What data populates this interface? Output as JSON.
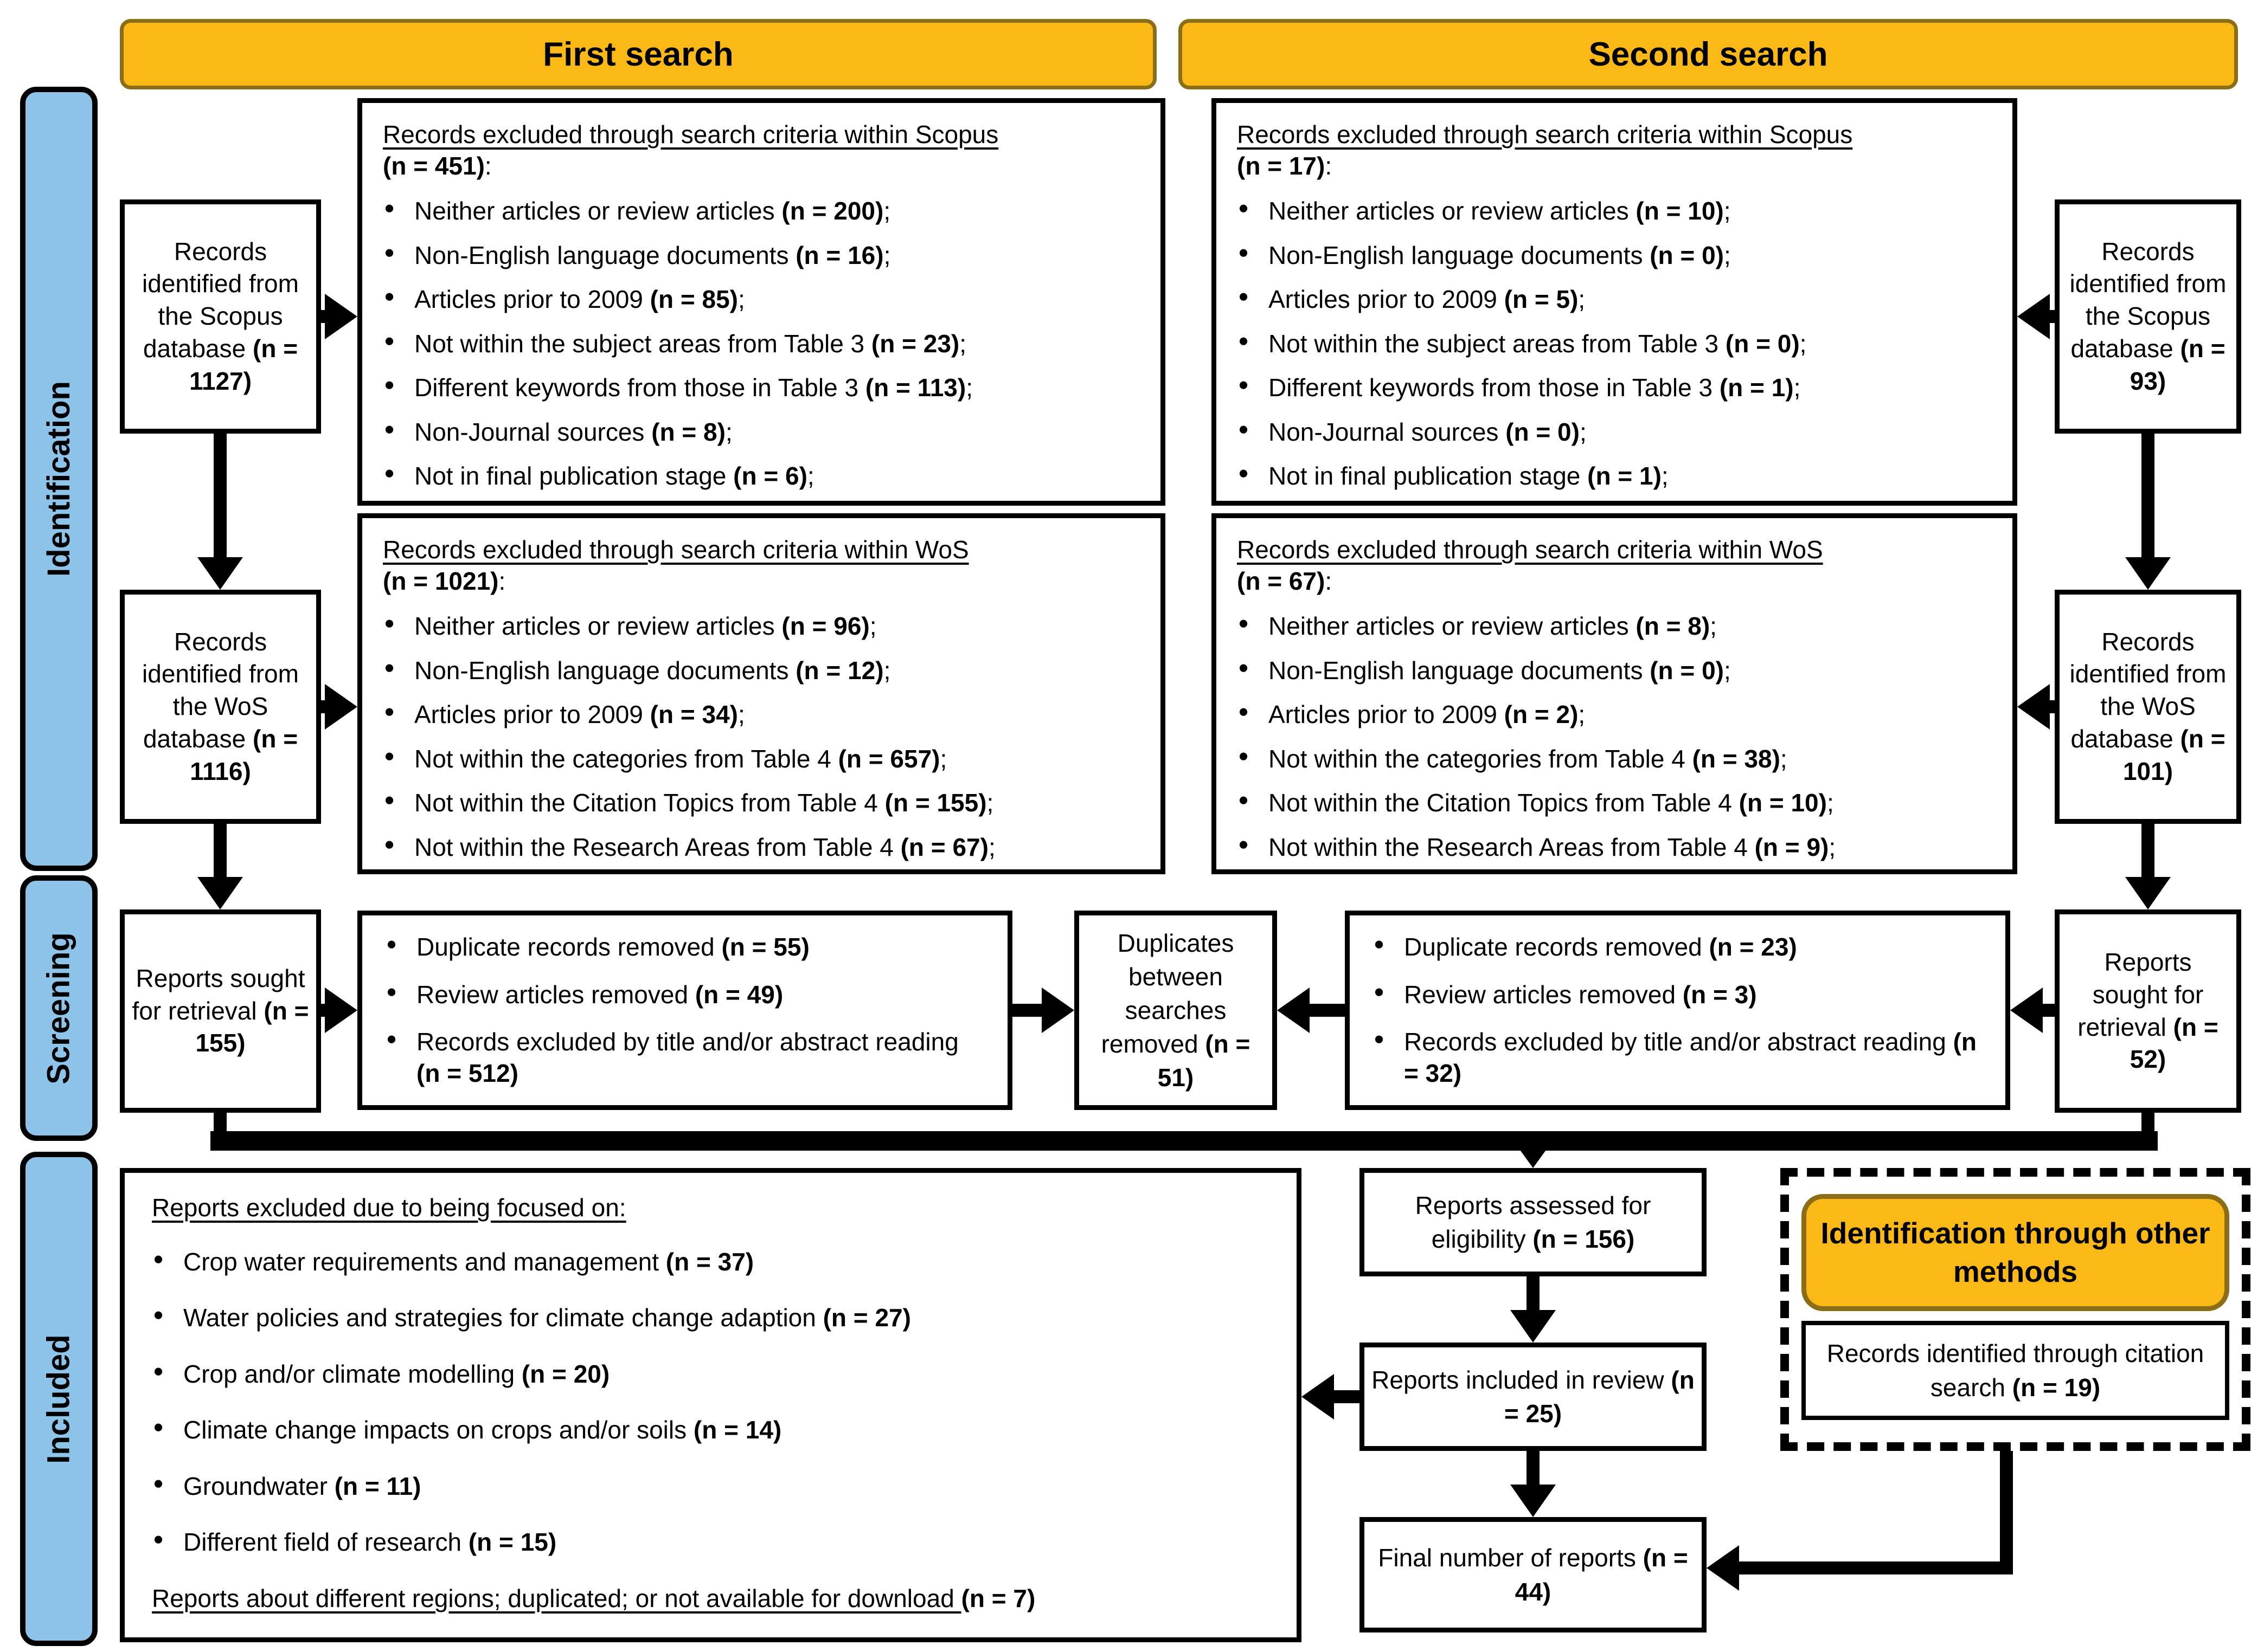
{
  "banners": {
    "first": "First search",
    "second": "Second search"
  },
  "sidebar": {
    "identification": "Identification",
    "screening": "Screening",
    "included": "Included"
  },
  "colors": {
    "banner_fill": "#FBB917",
    "banner_border": "#8A6D15",
    "sidebar_fill": "#8FC4EA",
    "box_border": "#000000",
    "text": "#000000",
    "background": "#FFFFFF"
  },
  "boxes": {
    "scopus1": {
      "t": "Records identified from the Scopus database ",
      "n": "(n = 1127)"
    },
    "wos1": {
      "t": "Records identified from the WoS database ",
      "n": "(n = 1116)"
    },
    "sought1": {
      "t": "Reports sought for retrieval ",
      "n": "(n = 155)"
    },
    "scopus2": {
      "t": "Records identified from the Scopus database ",
      "n": "(n = 93)"
    },
    "wos2": {
      "t": "Records identified from the WoS database ",
      "n": "(n = 101)"
    },
    "sought2": {
      "t": "Reports sought for retrieval ",
      "n": "(n = 52)"
    },
    "excl_scopus1": {
      "title": "Records excluded through search criteria within Scopus",
      "n": "(n = 451)",
      "colon": ":",
      "bullets": [
        {
          "t": "Neither articles or review articles ",
          "n": "(n = 200)",
          "s": ";"
        },
        {
          "t": "Non-English language documents ",
          "n": "(n = 16)",
          "s": ";"
        },
        {
          "t": "Articles prior to 2009 ",
          "n": "(n = 85)",
          "s": ";"
        },
        {
          "t": "Not within the subject areas from Table 3 ",
          "n": "(n = 23)",
          "s": ";"
        },
        {
          "t": "Different keywords from those in Table 3 ",
          "n": "(n = 113)",
          "s": ";"
        },
        {
          "t": "Non-Journal sources ",
          "n": "(n = 8)",
          "s": ";"
        },
        {
          "t": "Not in final publication stage ",
          "n": "(n = 6)",
          "s": ";"
        }
      ]
    },
    "excl_scopus2": {
      "title": "Records excluded through search criteria within Scopus",
      "n": "(n = 17)",
      "colon": ":",
      "bullets": [
        {
          "t": "Neither articles or review articles ",
          "n": "(n = 10)",
          "s": ";"
        },
        {
          "t": "Non-English language documents ",
          "n": "(n = 0)",
          "s": ";"
        },
        {
          "t": "Articles prior to 2009 ",
          "n": "(n = 5)",
          "s": ";"
        },
        {
          "t": "Not within the subject areas from Table 3 ",
          "n": "(n = 0)",
          "s": ";"
        },
        {
          "t": "Different keywords from those in Table 3 ",
          "n": "(n = 1)",
          "s": ";"
        },
        {
          "t": "Non-Journal sources ",
          "n": "(n = 0)",
          "s": ";"
        },
        {
          "t": "Not in final publication stage ",
          "n": "(n = 1)",
          "s": ";"
        }
      ]
    },
    "excl_wos1": {
      "title": "Records excluded through search criteria within WoS",
      "n": "(n = 1021)",
      "colon": ":",
      "bullets": [
        {
          "t": "Neither articles or review articles ",
          "n": "(n = 96)",
          "s": ";"
        },
        {
          "t": "Non-English language documents ",
          "n": "(n = 12)",
          "s": ";"
        },
        {
          "t": "Articles prior to 2009 ",
          "n": "(n = 34)",
          "s": ";"
        },
        {
          "t": "Not within the categories from Table 4 ",
          "n": "(n = 657)",
          "s": ";"
        },
        {
          "t": "Not within the Citation Topics from Table 4 ",
          "n": "(n = 155)",
          "s": ";"
        },
        {
          "t": "Not within the Research Areas from Table 4 ",
          "n": "(n = 67)",
          "s": ";"
        }
      ]
    },
    "excl_wos2": {
      "title": "Records excluded through search criteria within WoS",
      "n": "(n = 67)",
      "colon": ":",
      "bullets": [
        {
          "t": "Neither articles or review articles ",
          "n": "(n = 8)",
          "s": ";"
        },
        {
          "t": "Non-English language documents ",
          "n": "(n = 0)",
          "s": ";"
        },
        {
          "t": "Articles prior to 2009 ",
          "n": "(n = 2)",
          "s": ";"
        },
        {
          "t": "Not within the categories from Table 4 ",
          "n": "(n = 38)",
          "s": ";"
        },
        {
          "t": "Not within the Citation Topics from Table 4 ",
          "n": "(n = 10)",
          "s": ";"
        },
        {
          "t": "Not within the Research Areas from Table 4 ",
          "n": "(n = 9)",
          "s": ";"
        }
      ]
    },
    "screen1": {
      "bullets": [
        {
          "t": "Duplicate records removed ",
          "n": "(n = 55)",
          "s": ""
        },
        {
          "t": "Review articles removed ",
          "n": "(n = 49)",
          "s": ""
        },
        {
          "t": "Records excluded by title and/or abstract reading ",
          "n": "(n = 512)",
          "s": ""
        }
      ]
    },
    "screen2": {
      "bullets": [
        {
          "t": "Duplicate records removed ",
          "n": "(n = 23)",
          "s": ""
        },
        {
          "t": "Review articles removed ",
          "n": "(n = 3)",
          "s": ""
        },
        {
          "t": "Records excluded by title and/or abstract reading ",
          "n": "(n = 32)",
          "s": ""
        }
      ]
    },
    "duplicates": {
      "t": "Duplicates between searches removed ",
      "n": "(n = 51)"
    },
    "included_excl": {
      "heading": "Reports excluded due to being focused on:",
      "bullets": [
        {
          "t": "Crop water requirements and management ",
          "n": "(n = 37)",
          "s": ""
        },
        {
          "t": "Water policies and strategies for climate change adaption ",
          "n": "(n = 27)",
          "s": ""
        },
        {
          "t": "Crop and/or climate modelling ",
          "n": "(n = 20)",
          "s": ""
        },
        {
          "t": "Climate change impacts on crops and/or soils ",
          "n": "(n = 14)",
          "s": ""
        },
        {
          "t": "Groundwater ",
          "n": "(n = 11)",
          "s": ""
        },
        {
          "t": "Different field of research ",
          "n": "(n = 15)",
          "s": ""
        }
      ],
      "footer": {
        "t": "Reports about different regions; duplicated; or not available for download ",
        "n": "(n = 7)"
      }
    },
    "assessed": {
      "t": "Reports assessed for eligibility ",
      "n": "(n = 156)"
    },
    "included_review": {
      "t": "Reports included in review ",
      "n": "(n = 25)"
    },
    "final": {
      "t": "Final number of reports ",
      "n": "(n = 44)"
    },
    "other_methods": {
      "title": "Identification through other methods"
    },
    "citation": {
      "t": "Records identified through citation search ",
      "n": "(n = 19)"
    }
  }
}
